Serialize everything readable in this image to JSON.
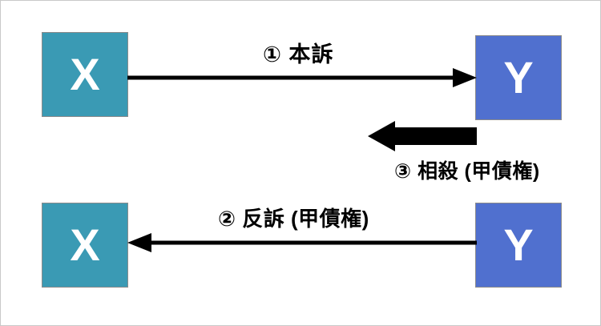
{
  "diagram": {
    "title": "Counterclaim and set-off relation diagram",
    "background": "#ffffff",
    "border_color": "#c9c9c9",
    "colors": {
      "plaintiff_box": "#3a9ab4",
      "defendant_box": "#5070cf",
      "box_border": "#8b8b8b",
      "arrow": "#000000",
      "label_text": "#000000",
      "box_letter": "#ffffff"
    },
    "nodes": [
      {
        "id": "x-top",
        "label": "X",
        "role": "plaintiff",
        "color": "#3a9ab4",
        "row": "top"
      },
      {
        "id": "y-top",
        "label": "Y",
        "role": "defendant",
        "color": "#5070cf",
        "row": "top"
      },
      {
        "id": "x-bottom",
        "label": "X",
        "role": "plaintiff",
        "color": "#3a9ab4",
        "row": "bottom"
      },
      {
        "id": "y-bottom",
        "label": "Y",
        "role": "defendant",
        "color": "#5070cf",
        "row": "bottom"
      }
    ],
    "edges": [
      {
        "id": "edge-1",
        "marker": "①",
        "label": "① 本訴",
        "from": "X",
        "to": "Y",
        "direction": "right",
        "style": "thin",
        "row": "top"
      },
      {
        "id": "edge-3",
        "marker": "③",
        "label": "③ 相殺 (甲債権)",
        "from": "Y",
        "to": "X",
        "direction": "left",
        "style": "thick-block",
        "row": "top"
      },
      {
        "id": "edge-2",
        "marker": "②",
        "label": "② 反訴 (甲債権)",
        "from": "Y",
        "to": "X",
        "direction": "left",
        "style": "thin",
        "row": "bottom"
      }
    ]
  }
}
